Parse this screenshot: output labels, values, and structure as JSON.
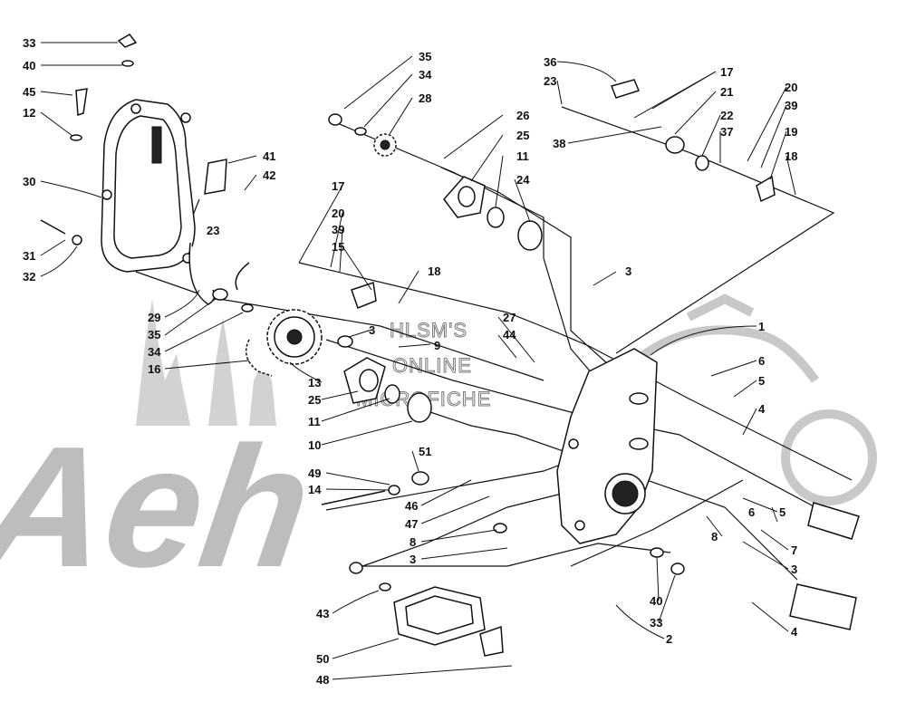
{
  "watermark": {
    "brand_text": "Aeh",
    "line1": "HLSM'S",
    "line2": "ONLINE",
    "line3": "MICROFICHE"
  },
  "callouts": [
    {
      "id": "c-33a",
      "text": "33"
    },
    {
      "id": "c-40a",
      "text": "40"
    },
    {
      "id": "c-45",
      "text": "45"
    },
    {
      "id": "c-12",
      "text": "12"
    },
    {
      "id": "c-30",
      "text": "30"
    },
    {
      "id": "c-31",
      "text": "31"
    },
    {
      "id": "c-32",
      "text": "32"
    },
    {
      "id": "c-41",
      "text": "41"
    },
    {
      "id": "c-42",
      "text": "42"
    },
    {
      "id": "c-23a",
      "text": "23"
    },
    {
      "id": "c-29",
      "text": "29"
    },
    {
      "id": "c-35a",
      "text": "35"
    },
    {
      "id": "c-34a",
      "text": "34"
    },
    {
      "id": "c-16",
      "text": "16"
    },
    {
      "id": "c-13",
      "text": "13"
    },
    {
      "id": "c-25a",
      "text": "25"
    },
    {
      "id": "c-11a",
      "text": "11"
    },
    {
      "id": "c-10",
      "text": "10"
    },
    {
      "id": "c-49",
      "text": "49"
    },
    {
      "id": "c-14",
      "text": "14"
    },
    {
      "id": "c-51",
      "text": "51"
    },
    {
      "id": "c-46",
      "text": "46"
    },
    {
      "id": "c-47",
      "text": "47"
    },
    {
      "id": "c-8a",
      "text": "8"
    },
    {
      "id": "c-3a",
      "text": "3"
    },
    {
      "id": "c-43",
      "text": "43"
    },
    {
      "id": "c-50",
      "text": "50"
    },
    {
      "id": "c-48",
      "text": "48"
    },
    {
      "id": "c-35b",
      "text": "35"
    },
    {
      "id": "c-34b",
      "text": "34"
    },
    {
      "id": "c-28",
      "text": "28"
    },
    {
      "id": "c-17a",
      "text": "17"
    },
    {
      "id": "c-20a",
      "text": "20"
    },
    {
      "id": "c-39a",
      "text": "39"
    },
    {
      "id": "c-15",
      "text": "15"
    },
    {
      "id": "c-18a",
      "text": "18"
    },
    {
      "id": "c-3b",
      "text": "3"
    },
    {
      "id": "c-9",
      "text": "9"
    },
    {
      "id": "c-26",
      "text": "26"
    },
    {
      "id": "c-25b",
      "text": "25"
    },
    {
      "id": "c-11b",
      "text": "11"
    },
    {
      "id": "c-24",
      "text": "24"
    },
    {
      "id": "c-27",
      "text": "27"
    },
    {
      "id": "c-44",
      "text": "44"
    },
    {
      "id": "c-3c",
      "text": "3"
    },
    {
      "id": "c-36",
      "text": "36"
    },
    {
      "id": "c-23b",
      "text": "23"
    },
    {
      "id": "c-17b",
      "text": "17"
    },
    {
      "id": "c-21",
      "text": "21"
    },
    {
      "id": "c-38",
      "text": "38"
    },
    {
      "id": "c-22",
      "text": "22"
    },
    {
      "id": "c-37",
      "text": "37"
    },
    {
      "id": "c-20b",
      "text": "20"
    },
    {
      "id": "c-39b",
      "text": "39"
    },
    {
      "id": "c-19",
      "text": "19"
    },
    {
      "id": "c-18b",
      "text": "18"
    },
    {
      "id": "c-1",
      "text": "1"
    },
    {
      "id": "c-6a",
      "text": "6"
    },
    {
      "id": "c-5a",
      "text": "5"
    },
    {
      "id": "c-4a",
      "text": "4"
    },
    {
      "id": "c-6b",
      "text": "6"
    },
    {
      "id": "c-5b",
      "text": "5"
    },
    {
      "id": "c-8b",
      "text": "8"
    },
    {
      "id": "c-7",
      "text": "7"
    },
    {
      "id": "c-3d",
      "text": "3"
    },
    {
      "id": "c-40b",
      "text": "40"
    },
    {
      "id": "c-33b",
      "text": "33"
    },
    {
      "id": "c-2",
      "text": "2"
    },
    {
      "id": "c-4b",
      "text": "4"
    }
  ]
}
